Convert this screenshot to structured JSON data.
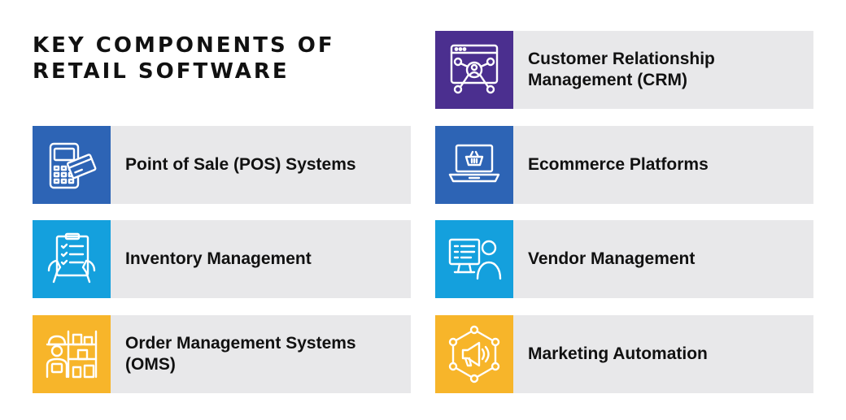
{
  "title": {
    "line1": "KEY COMPONENTS OF",
    "line2": "RETAIL SOFTWARE"
  },
  "colors": {
    "purple": "#4b2f8f",
    "blue": "#2d64b5",
    "cyan": "#14a0dd",
    "yellow": "#f7b52a",
    "card_bg": "#e8e8ea",
    "text": "#111111"
  },
  "cards": {
    "crm": {
      "line1": "Customer Relationship",
      "line2": "Management (CRM)",
      "icon": "crm-network-icon"
    },
    "pos": {
      "line1": "Point of Sale (POS) Systems",
      "line2": "",
      "icon": "pos-terminal-card-icon"
    },
    "ecommerce": {
      "line1": "Ecommerce Platforms",
      "line2": "",
      "icon": "laptop-basket-icon"
    },
    "inventory": {
      "line1": "Inventory Management",
      "line2": "",
      "icon": "clipboard-checklist-icon"
    },
    "vendor": {
      "line1": "Vendor Management",
      "line2": "",
      "icon": "person-monitor-icon"
    },
    "oms": {
      "line1": "Order Management Systems",
      "line2": "(OMS)",
      "icon": "warehouse-worker-icon"
    },
    "marketing": {
      "line1": "Marketing Automation",
      "line2": "",
      "icon": "megaphone-network-icon"
    }
  }
}
